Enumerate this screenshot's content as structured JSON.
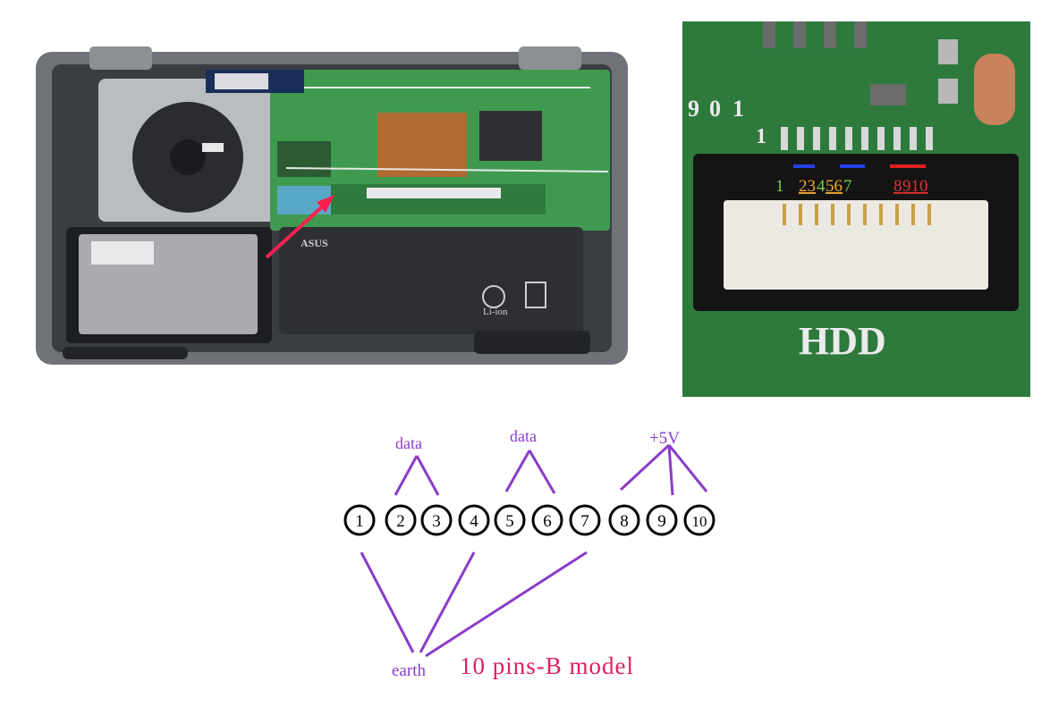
{
  "laptop_photo": {
    "battery_brand": "ASUS",
    "battery_type": "Li-ion"
  },
  "connector_photo": {
    "board_marks": {
      "left": "9",
      "mid": "0",
      "right": "1",
      "pin1": "1"
    },
    "pin_numbers": {
      "p1": "1",
      "p23": "23",
      "p4": "4",
      "p56": "56",
      "p7": "7",
      "p8": "8",
      "p910": "910"
    },
    "label": "HDD",
    "colors": {
      "pcb": "#2e7a3c",
      "connector": "#141414",
      "ground": "#7ad04a",
      "data": "#f0a830",
      "power": "#e03030",
      "bar_blue": "#2840e8",
      "bar_red": "#e02020"
    }
  },
  "pinout": {
    "pins": [
      "1",
      "2",
      "3",
      "4",
      "5",
      "6",
      "7",
      "8",
      "9",
      "10"
    ],
    "group_labels": {
      "data_a": "data",
      "data_b": "data",
      "power": "+5V",
      "ground": "earth"
    },
    "model_caption": "10 pins-B model",
    "colors": {
      "lines": "#8a3cc8",
      "caption": "#e0205a",
      "labels": "#8a3cc8"
    }
  }
}
